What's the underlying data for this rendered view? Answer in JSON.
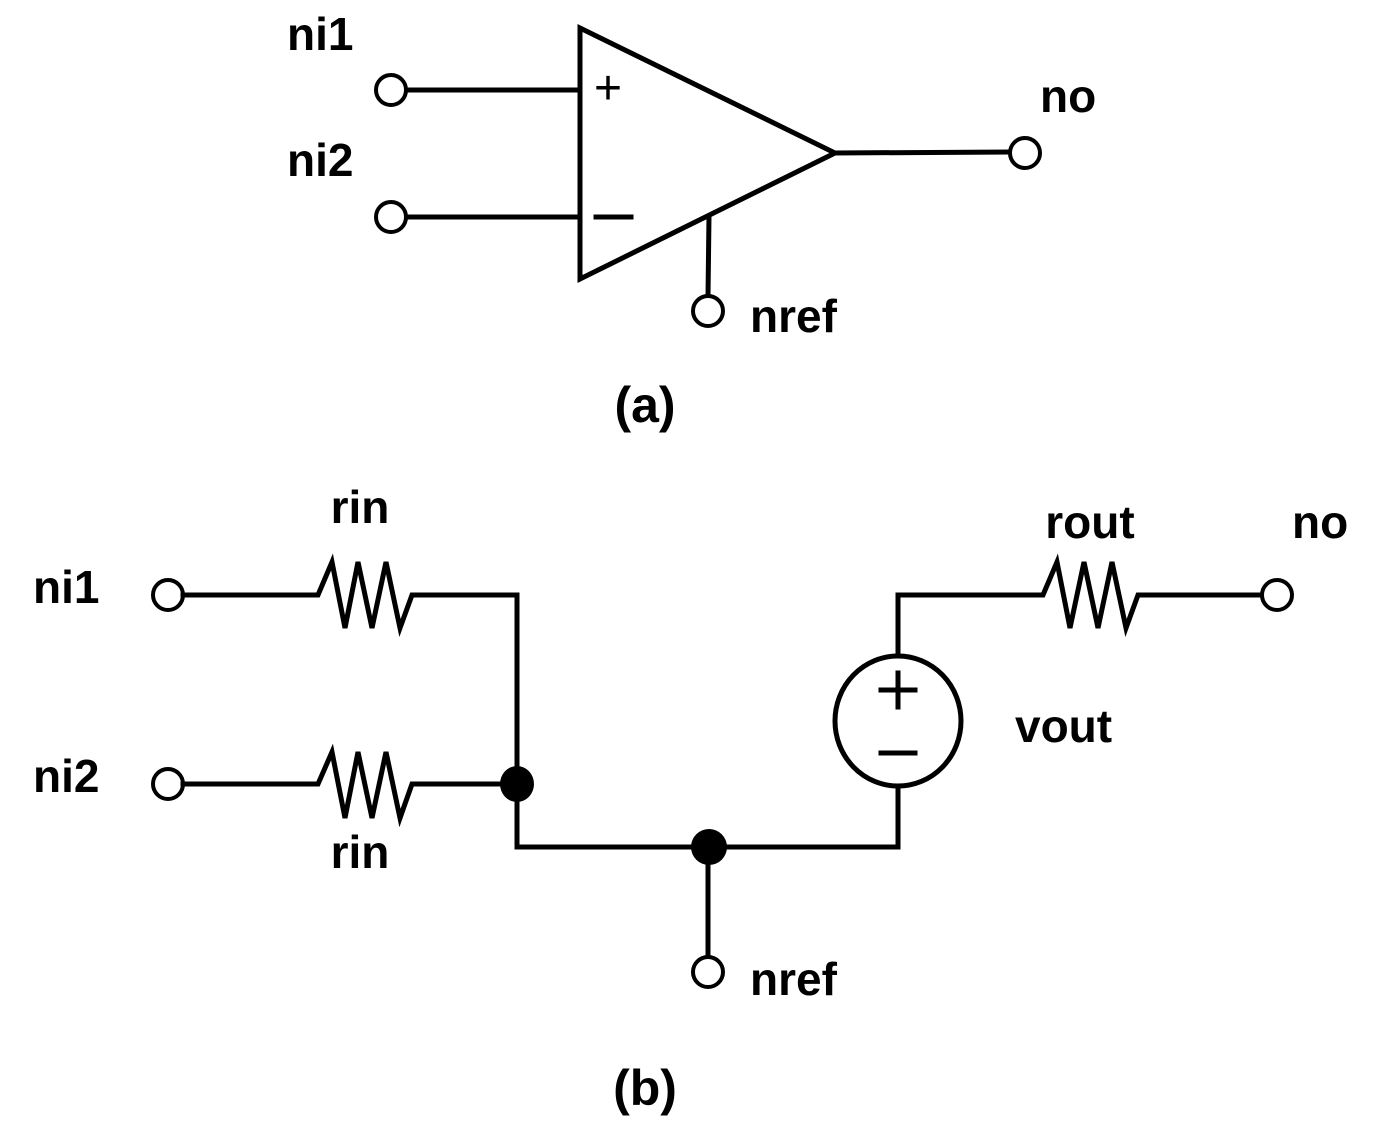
{
  "figure": {
    "panel_a": {
      "caption": "(a)",
      "component": "op-amp",
      "labels": {
        "input_plus": "ni1",
        "input_minus": "ni2",
        "output": "no",
        "reference": "nref",
        "plus_sign": "+",
        "minus_sign": "−"
      }
    },
    "panel_b": {
      "caption": "(b)",
      "components": [
        "resistor rin (ni1)",
        "resistor rin (ni2)",
        "voltage source vout",
        "resistor rout"
      ],
      "labels": {
        "input_1": "ni1",
        "input_2": "ni2",
        "rin_top": "rin",
        "rin_bottom": "rin",
        "source": "vout",
        "rout": "rout",
        "output": "no",
        "reference": "nref",
        "plus_sign": "+",
        "minus_sign": "−"
      }
    },
    "colors": {
      "stroke": "#000000",
      "background": "#ffffff"
    }
  }
}
